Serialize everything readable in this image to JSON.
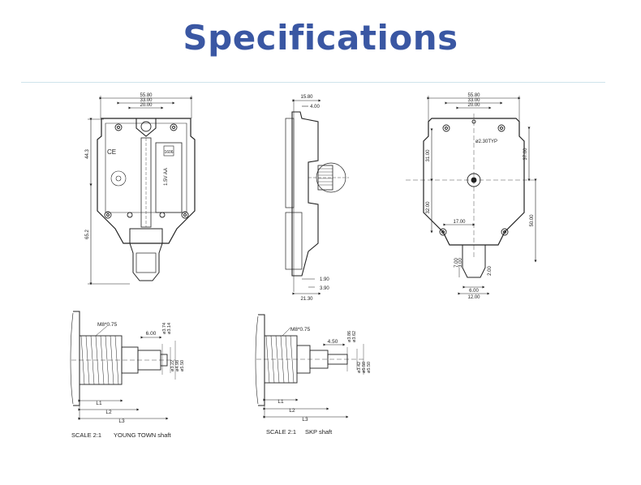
{
  "title": "Specifications",
  "front_view": {
    "dims": {
      "w_total": "55.80",
      "w_mid": "33.00",
      "w_inner": "20.00",
      "h_upper": "44.3",
      "h_total": "65.2"
    },
    "labels": {
      "model": "1606",
      "battery": "1.5V AA"
    }
  },
  "side_view": {
    "dims": {
      "top_w": "15.80",
      "top_w2": "4.00",
      "base_a": "1.90",
      "base_b": "3.90",
      "base_c": "21.30"
    }
  },
  "back_view": {
    "dims": {
      "w_total": "55.80",
      "w_mid": "33.00",
      "w_inner": "20.00",
      "hole": "ø2.30TYP",
      "h_upper_l": "31.00",
      "h_lower_l": "32.00",
      "h_upper_r": "37.00",
      "h_lower_r": "50.00",
      "offset": "17.00",
      "tab_h1": "7.00",
      "tab_h2": "3.00",
      "tab_w1": "6.00",
      "tab_w2": "12.00",
      "tab_r": "2.00"
    }
  },
  "shaft_young": {
    "thread": "M8*0.75",
    "len": "6.00",
    "dia_labels": [
      "ø3.74",
      "ø3.14",
      "ø3.22",
      "ø4.98",
      "ø5.50"
    ],
    "l_labels": [
      "L1",
      "L2",
      "L3"
    ],
    "scale": "SCALE  2:1",
    "name": "YOUNG TOWN shaft"
  },
  "shaft_skp": {
    "thread": "M8*0.75",
    "len": "4.50",
    "dia_labels": [
      "ø3.86",
      "ø3.62",
      "ø3.42",
      "ø5.50",
      "ø5.50"
    ],
    "l_labels": [
      "L1",
      "L2",
      "L3"
    ],
    "scale": "SCALE  2:1",
    "name": "SKP shaft"
  }
}
